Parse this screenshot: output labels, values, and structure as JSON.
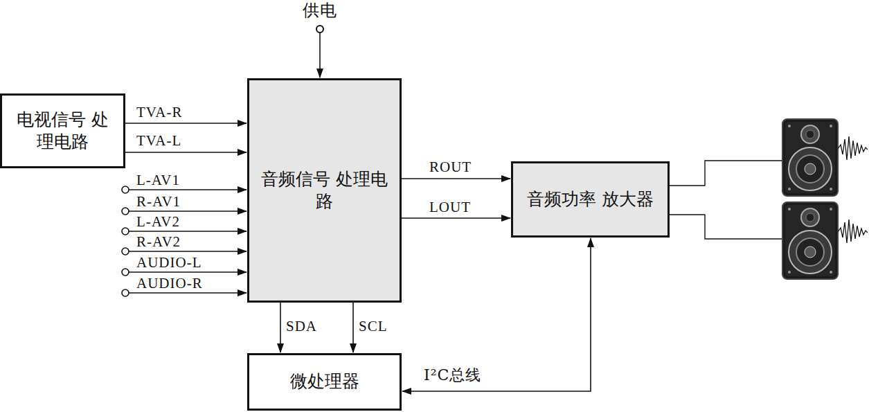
{
  "diagram": {
    "nodes": [
      {
        "text": [
          "电视信号 处理电路"
        ]
      },
      {
        "text": [
          "音频信号 处理电路"
        ]
      },
      {
        "text": [
          "音频功率 放大器"
        ]
      },
      {
        "text": [
          "微处理器"
        ]
      }
    ],
    "edges": [
      {
        "from": 0,
        "to": 1,
        "label": "TVA-R",
        "arrow": "to"
      },
      {
        "from": 0,
        "to": 1,
        "label": "TVA-L",
        "arrow": "to"
      },
      {
        "from": 1,
        "to": 2,
        "label": "ROUT",
        "arrow": "to"
      },
      {
        "from": 1,
        "to": 2,
        "label": "LOUT",
        "arrow": "to"
      },
      {
        "from": 1,
        "to": 3,
        "label": "SDA",
        "arrow": "to"
      },
      {
        "from": 1,
        "to": 3,
        "label": "SCL",
        "arrow": "to"
      },
      {
        "from": 3,
        "to": 2,
        "label": "I²C总线",
        "arrow": "both"
      }
    ],
    "labels": [
      "供电",
      "L-AV1",
      "R-AV1",
      "L-AV2",
      "R-AV2",
      "AUDIO-L",
      "AUDIO-R"
    ]
  }
}
